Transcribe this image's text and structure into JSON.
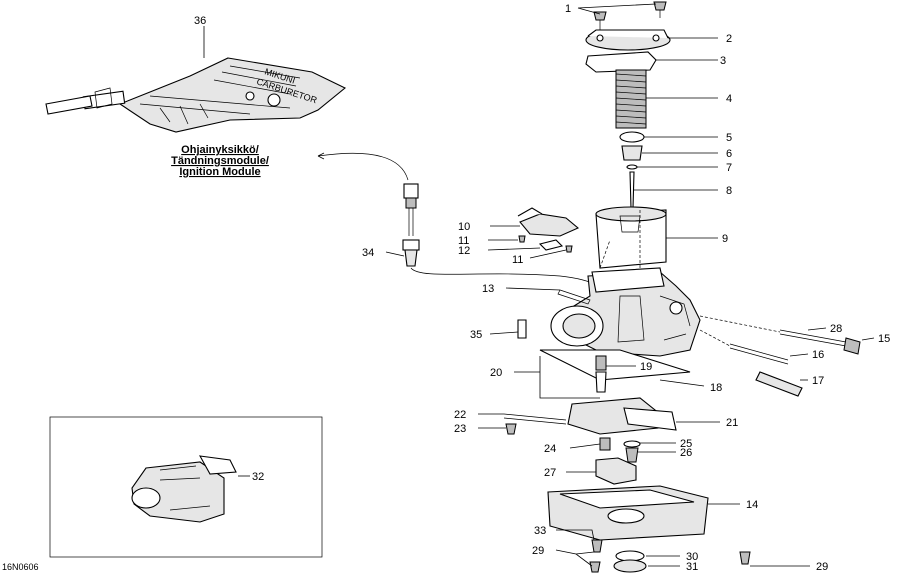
{
  "drawing_code": "16N0606",
  "module_label": {
    "lines": [
      "Ohjainyksikkö/",
      "Tändningsmodule/",
      "Ignition Module"
    ]
  },
  "callouts": [
    "1",
    "2",
    "3",
    "4",
    "5",
    "6",
    "7",
    "8",
    "9",
    "10",
    "11",
    "11",
    "12",
    "13",
    "14",
    "15",
    "16",
    "17",
    "18",
    "19",
    "20",
    "21",
    "22",
    "23",
    "24",
    "25",
    "26",
    "27",
    "28",
    "29",
    "29",
    "30",
    "31",
    "32",
    "33",
    "34",
    "35",
    "36"
  ]
}
